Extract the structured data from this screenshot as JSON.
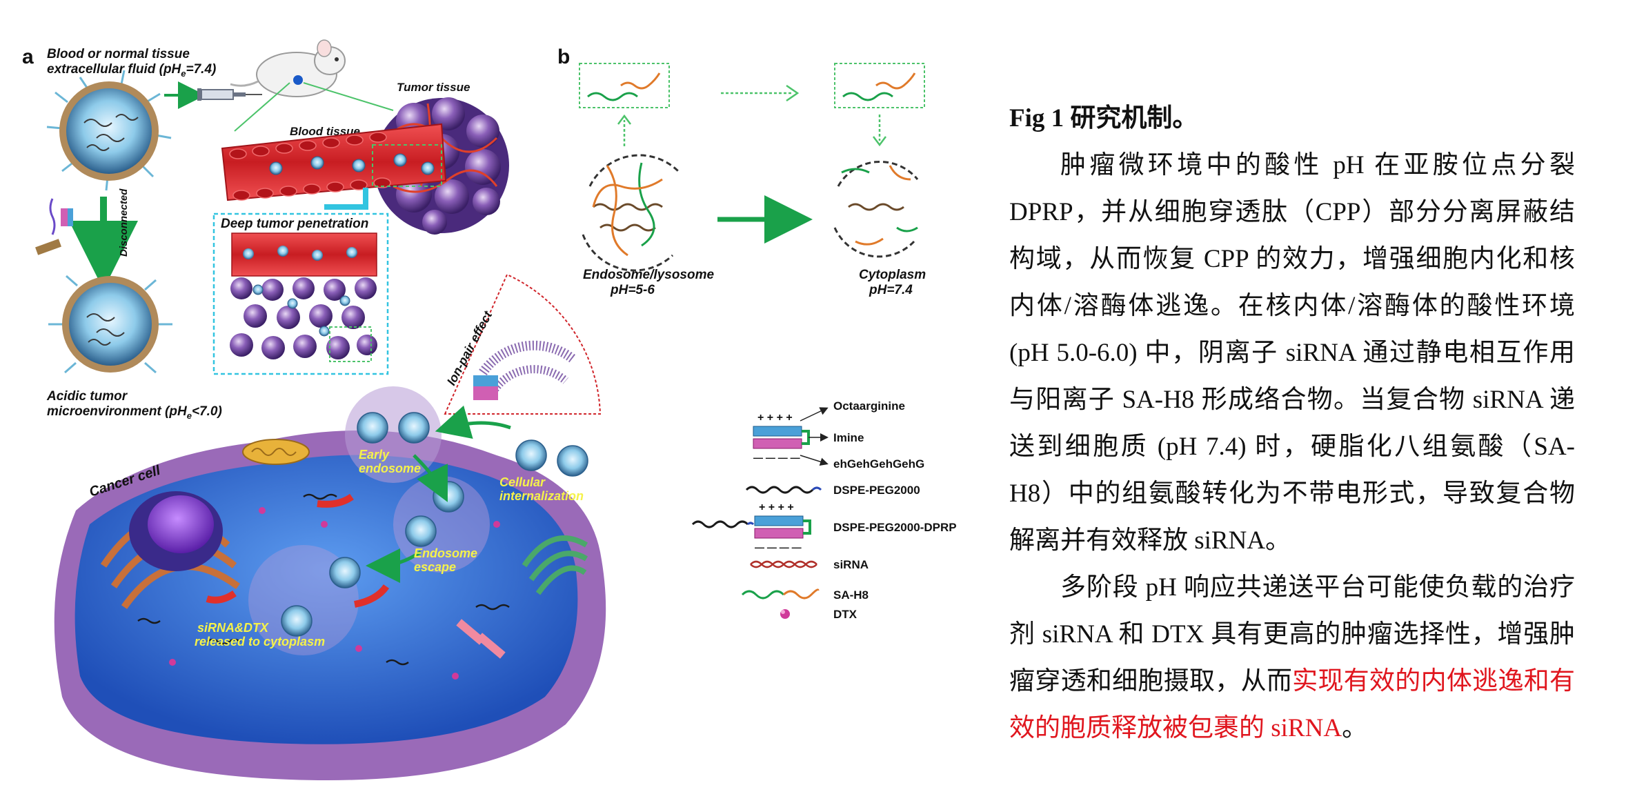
{
  "panel_a": {
    "label": "a",
    "blood_normal_line1": "Blood or normal tissue",
    "blood_normal_line2_prefix": "extracellular fluid (pH",
    "blood_normal_sub": "e",
    "blood_normal_line2_suffix": "=7.4)",
    "tumor_tissue": "Tumor tissue",
    "blood_tissue": "Blood tissue",
    "disconnected": "Disconnected",
    "deep_penetration": "Deep tumor penetration",
    "ion_pair": "Ion-pair effect",
    "acidic_line1": "Acidic tumor",
    "acidic_line2_prefix": "microenvironment (pH",
    "acidic_sub": "e",
    "acidic_line2_suffix": "<7.0)",
    "cancer_cell": "Cancer cell",
    "early_endosome_1": "Early",
    "early_endosome_2": "endosome",
    "cellular_int_1": "Cellular",
    "cellular_int_2": "internalization",
    "endosome_escape_1": "Endosome",
    "endosome_escape_2": "escape",
    "released_1": "siRNA&DTX",
    "released_2": "released to cytoplasm"
  },
  "panel_b": {
    "label": "b",
    "endosome_1": "Endosome/lysosome",
    "endosome_2": "pH=5-6",
    "cytoplasm_1": "Cytoplasm",
    "cytoplasm_2": "pH=7.4"
  },
  "legend": {
    "plus_signs": "+ + + +",
    "minus_signs": "— — — —",
    "octaarginine": "Octaarginine",
    "imine": "Imine",
    "ehg": "ehGehGehGehG",
    "dspe_peg": "DSPE-PEG2000",
    "dspe_peg_dprp": "DSPE-PEG2000-DPRP",
    "sirna": "siRNA",
    "sah8": "SA-H8",
    "dtx": "DTX"
  },
  "caption": {
    "title": "Fig 1 研究机制。",
    "para1": "肿瘤微环境中的酸性 pH 在亚胺位点分裂 DPRP，并从细胞穿透肽（CPP）部分分离屏蔽结构域，从而恢复 CPP 的效力，增强细胞内化和核内体/溶酶体逃逸。在核内体/溶酶体的酸性环境 (pH 5.0-6.0) 中，阴离子 siRNA 通过静电相互作用与阳离子 SA-H8 形成络合物。当复合物 siRNA 递送到细胞质 (pH 7.4) 时，硬脂化八组氨酸（SA-H8）中的组氨酸转化为不带电形式，导致复合物解离并有效释放 siRNA。",
    "para2_normal": "多阶段 pH 响应共递送平台可能使负载的治疗剂 siRNA 和 DTX 具有更高的肿瘤选择性，增强肿瘤穿透和细胞摄取，从而",
    "para2_highlight": "实现有效的内体逃逸和有效的胞质释放被包裹的 siRNA",
    "para2_end": "。"
  },
  "colors": {
    "blood": "#d8262b",
    "cell_body": "#2f6fd1",
    "cell_rim": "#9a6ab8",
    "arrow_green": "#1aa14a",
    "dotted_green": "#4cc36a",
    "cyan_box": "#32c4e0",
    "highlight_red": "#e0161e",
    "label_yellow": "#f5f24a"
  }
}
